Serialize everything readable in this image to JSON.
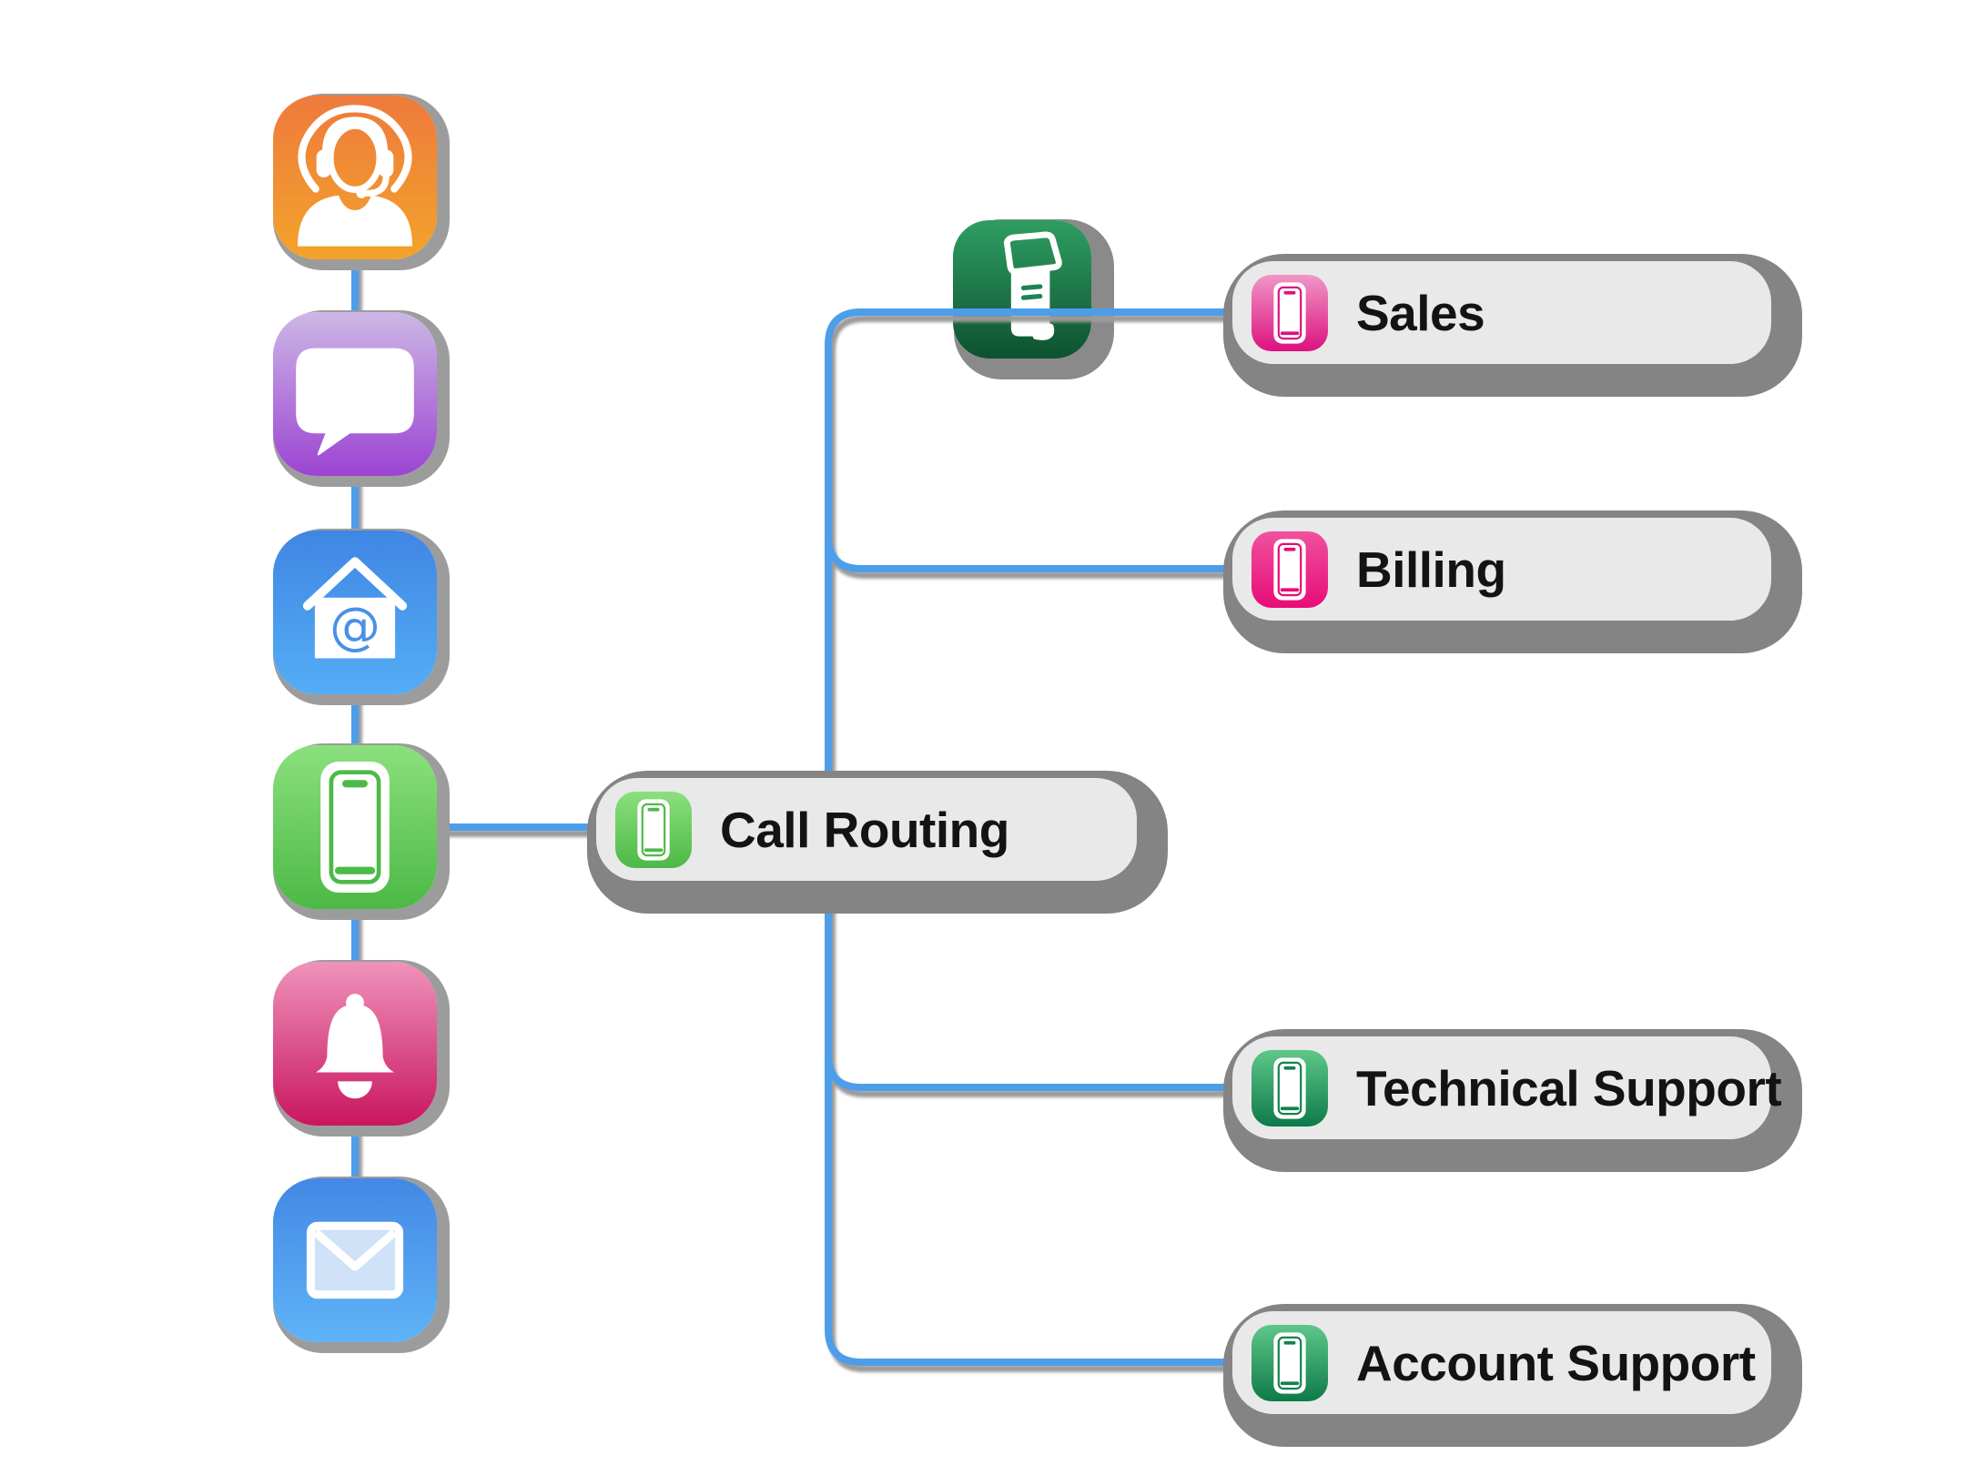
{
  "diagram": {
    "title": "Call Routing flow diagram",
    "colors": {
      "connector_blue": "#4D9EEA",
      "connector_shadow": "#9B9B9B",
      "node_background": "#E9E9E9",
      "node_shadow": "#848484",
      "label_text": "#131313",
      "canvas_background": "#FFFFFF"
    },
    "sidebar": {
      "icons": [
        {
          "name": "support-agent-icon",
          "gradient": [
            "#EE7A3C",
            "#F3A32B"
          ]
        },
        {
          "name": "chat-bubble-icon",
          "gradient": [
            "#CDB7E6",
            "#9C44D2"
          ]
        },
        {
          "name": "email-at-icon",
          "gradient": [
            "#3F86E4",
            "#55ADF5"
          ]
        },
        {
          "name": "smartphone-icon",
          "gradient": [
            "#8BE07E",
            "#4CB945"
          ]
        },
        {
          "name": "notification-bell-icon",
          "gradient": [
            "#EF93BB",
            "#C9165F"
          ]
        },
        {
          "name": "mail-envelope-icon",
          "gradient": [
            "#4388E5",
            "#5FB3F7"
          ]
        }
      ]
    },
    "kiosk": {
      "name": "kiosk-terminal-icon",
      "gradient": [
        "#2F9E62",
        "#0D5130"
      ]
    },
    "nodes": {
      "call_routing": {
        "label": "Call Routing",
        "icon": "phone",
        "gradient": [
          "#8BE07E",
          "#4CB945"
        ],
        "accent": "#4CBA47"
      },
      "sales": {
        "label": "Sales",
        "icon": "phone",
        "gradient": [
          "#F097C6",
          "#DD1180"
        ],
        "accent": "#DD1180"
      },
      "billing": {
        "label": "Billing",
        "icon": "phone",
        "gradient": [
          "#F0519F",
          "#E80C77"
        ],
        "accent": "#E80C77"
      },
      "technical_support": {
        "label": "Technical Support",
        "icon": "phone",
        "gradient": [
          "#5EC789",
          "#0E7A48"
        ],
        "accent": "#12824E"
      },
      "account_support": {
        "label": "Account Support",
        "icon": "phone",
        "gradient": [
          "#5EC789",
          "#0E7A48"
        ],
        "accent": "#12824E"
      }
    }
  }
}
